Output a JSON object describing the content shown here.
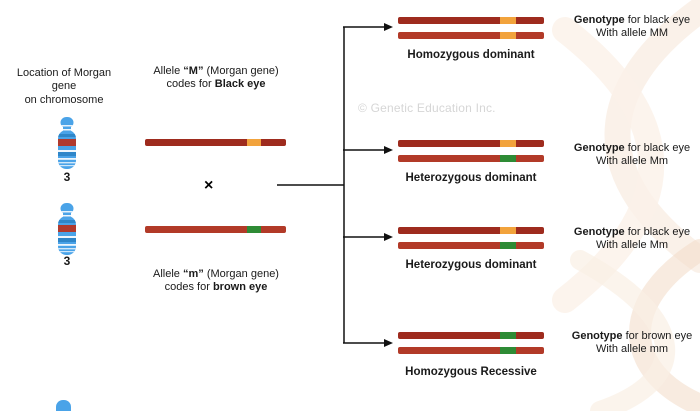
{
  "colors": {
    "bar-dark-red": "#9E2B1E",
    "bar-red": "#B23A28",
    "segment-orange": "#F2A33C",
    "segment-green": "#2E8B35",
    "chromosome-blue": "#4AA3E8",
    "chromosome-blue-dark": "#2E86C9",
    "chromosome-red-band": "#B03A2E",
    "line-black": "#111111",
    "watermark-gray": "#D6D6D6"
  },
  "left_panel": {
    "caption": "Location of Morgan gene\non chromosome",
    "chromosomes": [
      {
        "label": "3"
      },
      {
        "label": "3"
      }
    ]
  },
  "parents": {
    "allele_M": {
      "prefix": "Allele ",
      "allele": "“M”",
      "suffix": " (Morgan gene)",
      "line2_prefix": "codes for ",
      "trait": "Black eye"
    },
    "allele_m": {
      "prefix": "Allele ",
      "allele": "“m”",
      "suffix": " (Morgan gene)",
      "line2_prefix": "codes for ",
      "trait": "brown eye"
    },
    "cross_symbol": "×"
  },
  "offspring": [
    {
      "label": "Homozygous dominant",
      "genotype_bold": "Genotype",
      "genotype_rest": " for black eye",
      "allele_line": "With allele MM",
      "top_segment": "orange",
      "bottom_segment": "orange"
    },
    {
      "label": "Heterozygous dominant",
      "genotype_bold": "Genotype",
      "genotype_rest": " for black eye",
      "allele_line": "With allele Mm",
      "top_segment": "orange",
      "bottom_segment": "green"
    },
    {
      "label": "Heterozygous dominant",
      "genotype_bold": "Genotype",
      "genotype_rest": " for black eye",
      "allele_line": "With allele Mm",
      "top_segment": "orange",
      "bottom_segment": "green"
    },
    {
      "label": "Homozygous Recessive",
      "genotype_bold": "Genotype",
      "genotype_rest": " for brown eye",
      "allele_line": "With allele mm",
      "top_segment": "green",
      "bottom_segment": "green"
    }
  ],
  "watermark": "© Genetic Education Inc."
}
